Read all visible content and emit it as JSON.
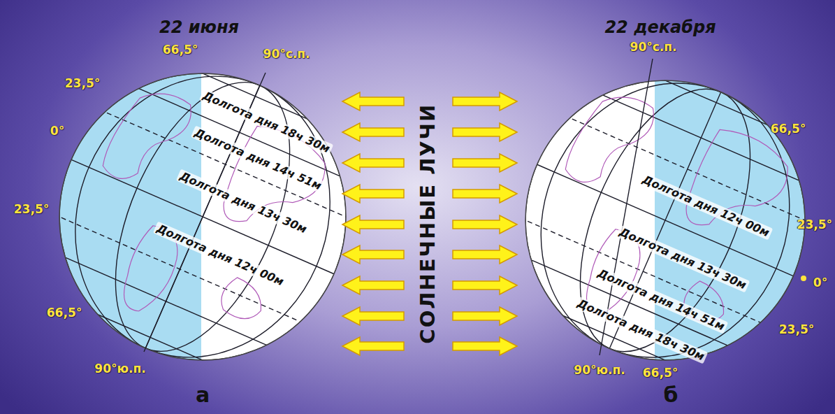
{
  "diagram": {
    "labels": [
      "22 июня",
      "22 декабря",
      "66,5°",
      "90°с.п.",
      "23,5°",
      "Долгота дня 18ч 30м",
      "Долгота дня 14ч 51м",
      "0°",
      "Долгота дня 13ч 30м",
      "23,5°",
      "Долгота дня 12ч 00м",
      "66,5°",
      "90°ю.п.",
      "СОЛНЕЧНЫЕ ЛУЧИ",
      "90°с.п.",
      "66,5°",
      "Долгота дня 12ч 00м",
      "23,5°",
      "Долгота дня 13ч 30м",
      "0°",
      "Долгота дня 14ч 51м",
      "23,5°",
      "Долгота дня 18ч 30м",
      "90°ю.п.",
      "66,5°",
      "а",
      "б"
    ]
  }
}
